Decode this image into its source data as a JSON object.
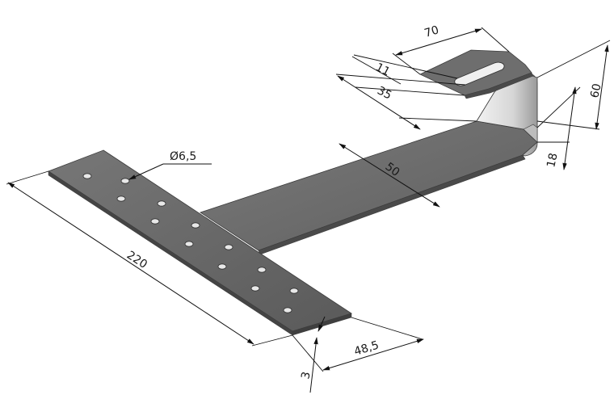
{
  "drawing": {
    "dimensions": {
      "hook_length": "70",
      "slot_width": "11",
      "slot_offset": "35",
      "hook_height": "60",
      "hook_lip": "18",
      "arm_width": "50",
      "base_length": "220",
      "base_width": "48,5",
      "thickness": "3",
      "hole_diameter": "6,5"
    },
    "hole_diameter_symbol": "Ø",
    "colors": {
      "metal_dark": "#6b6b6b",
      "metal_mid": "#8c8c8c",
      "metal_light": "#dcdcdc",
      "edge": "#3c3c3c",
      "dimension_lines": "#111111"
    }
  }
}
